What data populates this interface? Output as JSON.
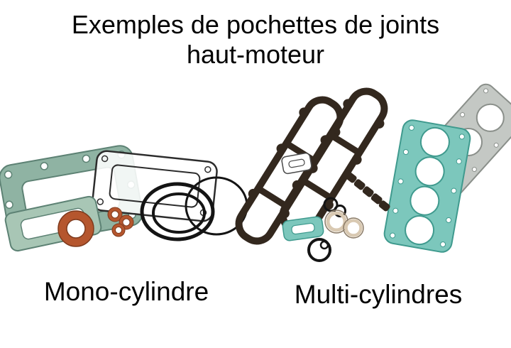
{
  "title": {
    "line1": "Exemples de pochettes de joints",
    "line2": "haut-moteur"
  },
  "captions": {
    "mono": "Mono-cylindre",
    "multi": "Multi-cylindres"
  },
  "figures": {
    "left": "mono-cylinder-gasket-set-photo",
    "right": "multi-cylinder-gasket-set-photo"
  },
  "colors": {
    "sage": "#8fb3a3",
    "sage_light": "#a8c6b5",
    "sage_dark": "#5d8274",
    "aqua": "#7cc7bc",
    "aqua_dark": "#3f9a8e",
    "copper": "#b5562e",
    "copper_dark": "#7e3a1d",
    "dark": "#33281e",
    "ink": "#141414",
    "grey": "#c4c8c4",
    "grey_dark": "#8a8f8a",
    "tan": "#d9c9b2",
    "tan_dark": "#8a7a66",
    "paper": "#ffffff",
    "text": "#000000"
  }
}
